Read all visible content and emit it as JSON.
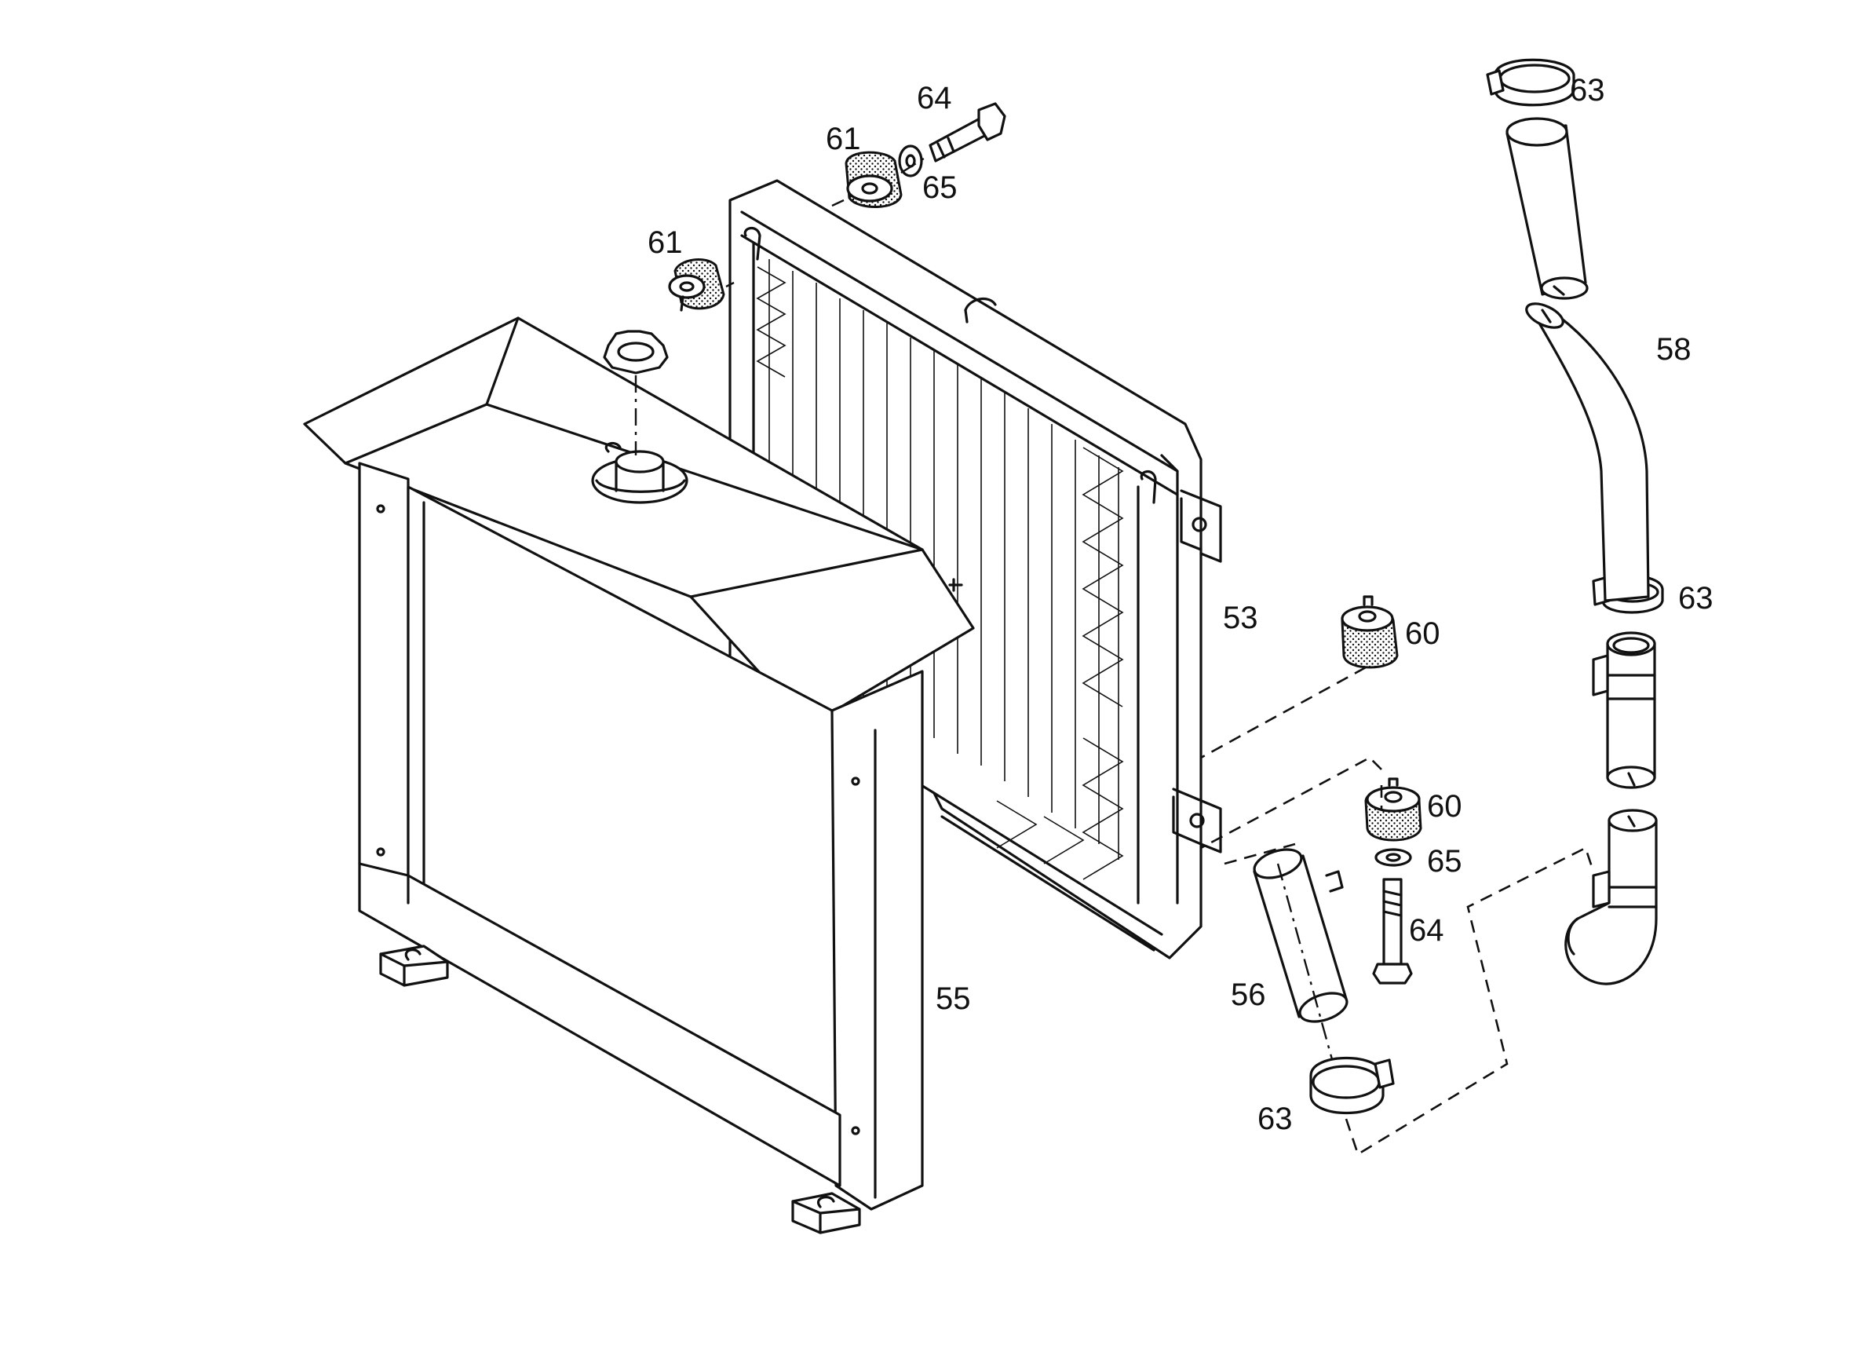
{
  "callouts": {
    "c53": "53",
    "c55": "55",
    "c56": "56",
    "c58": "58",
    "c60a": "60",
    "c60b": "60",
    "c61a": "61",
    "c61b": "61",
    "c63a": "63",
    "c63b": "63",
    "c63c": "63",
    "c64a": "64",
    "c64b": "64",
    "c65a": "65",
    "c65b": "65"
  }
}
